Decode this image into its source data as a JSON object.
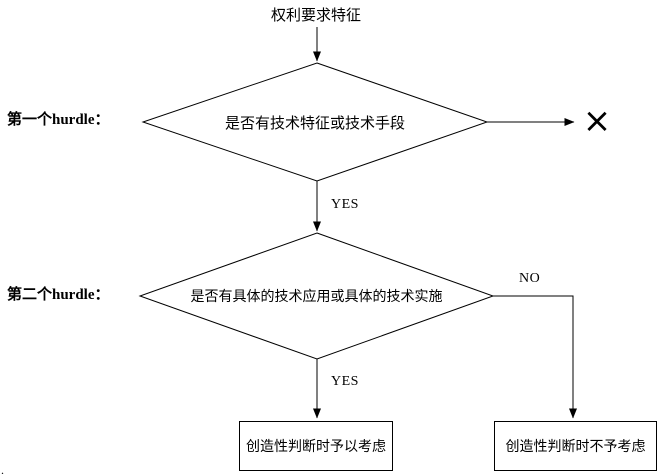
{
  "flowchart": {
    "source_label": "权利要求特征",
    "hurdles": [
      {
        "label": "第一个hurdle："
      },
      {
        "label": "第二个hurdle："
      }
    ],
    "decisions": [
      {
        "text": "是否有技术特征或技术手段",
        "yes_label": "YES",
        "fail_mark": "×"
      },
      {
        "text": "是否有具体的技术应用或具体的技术实施",
        "yes_label": "YES",
        "no_label": "NO"
      }
    ],
    "outcomes": [
      {
        "text": "创造性判断时予以考虑"
      },
      {
        "text": "创造性判断时不予考虑"
      }
    ],
    "stray_mark": "."
  },
  "colors": {
    "line": "#000000",
    "text": "#000000",
    "background": "#ffffff"
  }
}
